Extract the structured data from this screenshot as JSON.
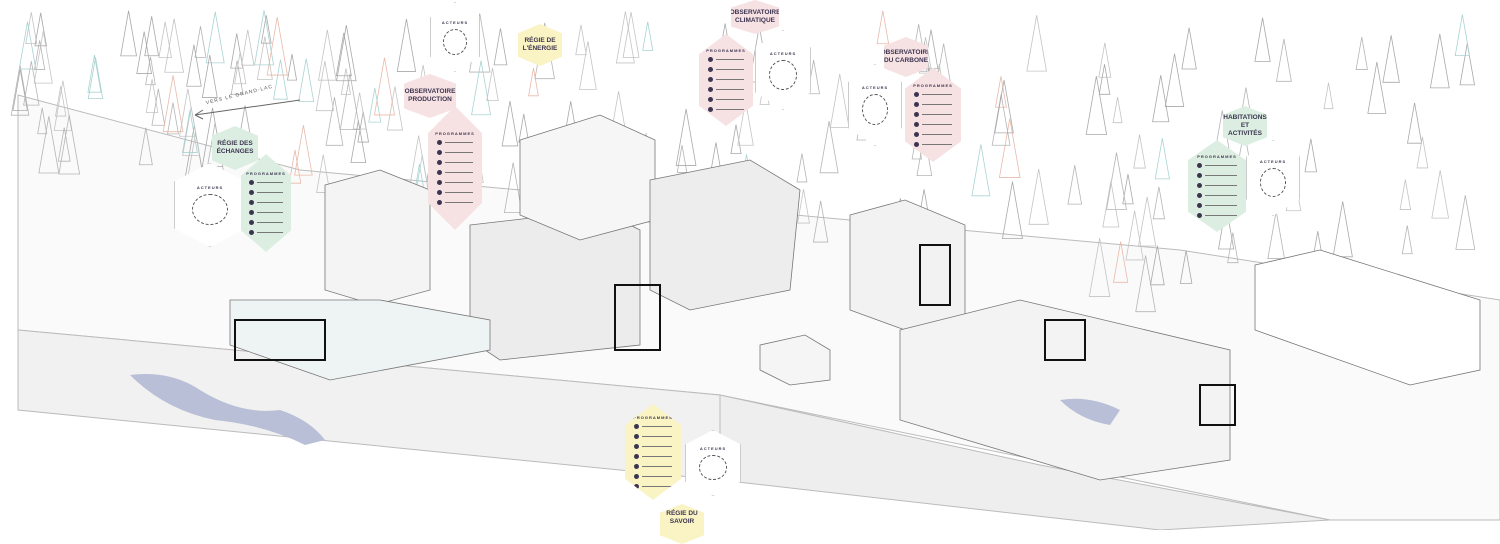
{
  "map_label": "VERS LE GRAND-LAC",
  "hexagons": {
    "echanges": {
      "title": "Régie des échanges",
      "color": "#dceee2"
    },
    "production": {
      "title": "Observatoire production",
      "color": "#f6e1e3"
    },
    "energie": {
      "title": "Régie de l'énergie",
      "color": "#faf3c4"
    },
    "climatique": {
      "title": "Observatoire climatique",
      "color": "#f6e1e3"
    },
    "carbone": {
      "title": "Observatoire du carbone",
      "color": "#f6e1e3"
    },
    "habitations": {
      "title": "Habitations et activités",
      "color": "#dceee2"
    },
    "savoir": {
      "title": "Régie du savoir",
      "color": "#faf3c4"
    }
  },
  "programmes_label": "PROGRAMMES",
  "acteurs_label": "ACTEURS"
}
